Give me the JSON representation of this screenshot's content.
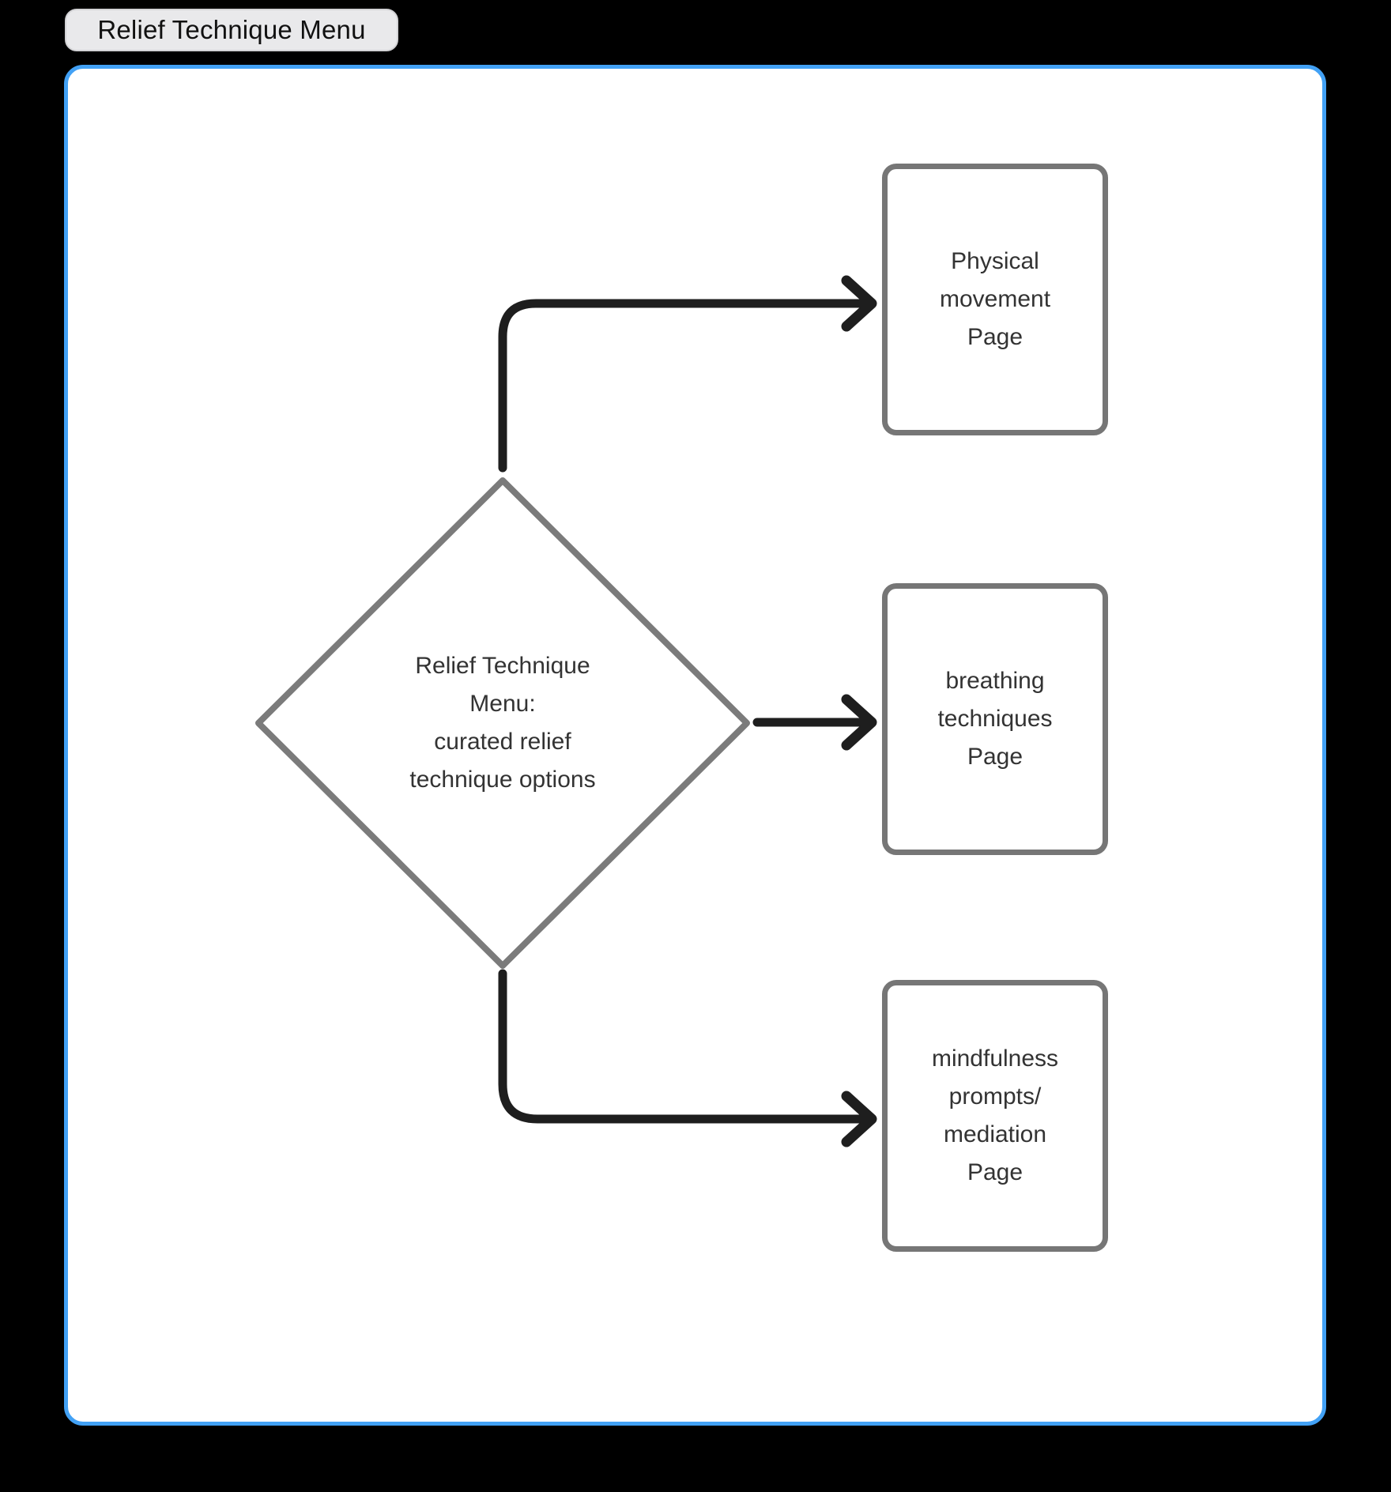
{
  "title": "Relief Technique Menu",
  "colors": {
    "background": "#000000",
    "canvas_fill": "#ffffff",
    "canvas_border": "#42a1f5",
    "title_tab_fill": "#e9e9eb",
    "node_border": "#767676",
    "diamond_border": "#7b7b7b",
    "arrow": "#1e1e1e",
    "text": "#333333"
  },
  "decision_node": {
    "lines": [
      "Relief Technique",
      "Menu:",
      "curated relief",
      "technique options"
    ]
  },
  "nodes": {
    "physical": {
      "lines": [
        "Physical",
        "movement",
        "Page"
      ]
    },
    "breathing": {
      "lines": [
        "breathing",
        "techniques",
        "Page"
      ]
    },
    "mindfulness": {
      "lines": [
        "mindfulness",
        "prompts/",
        "mediation",
        "Page"
      ]
    }
  }
}
